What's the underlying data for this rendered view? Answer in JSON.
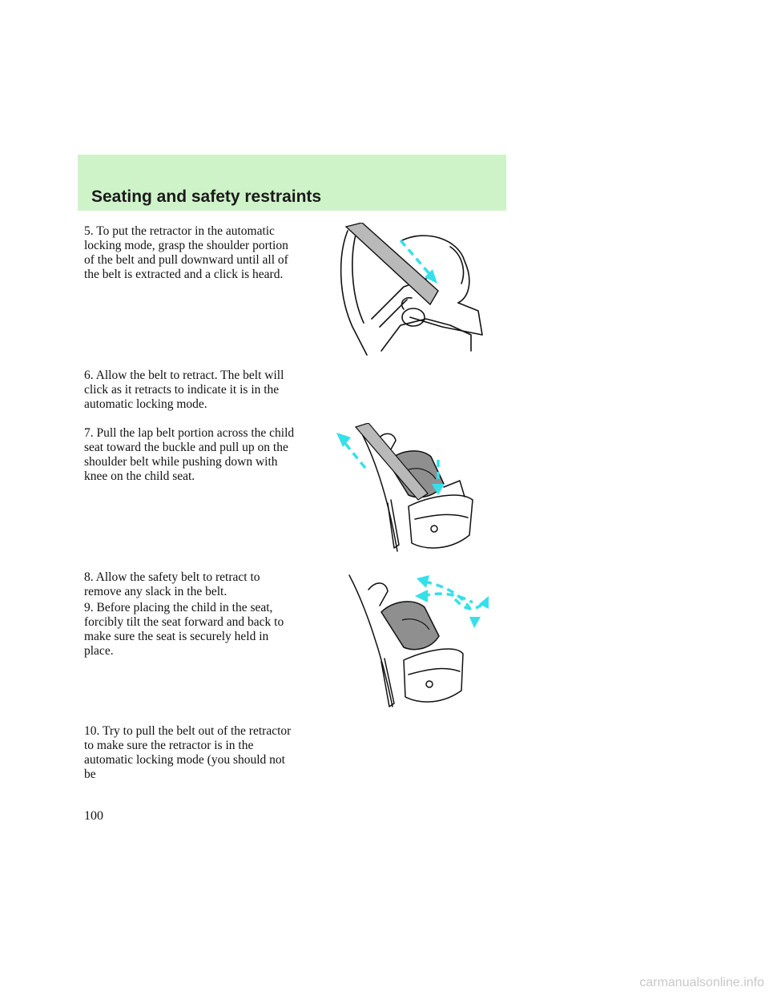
{
  "header": {
    "title": "Seating and safety restraints"
  },
  "steps": [
    "5. To put the retractor in the automatic locking mode, grasp the shoulder portion of the belt and pull downward until all of the belt is extracted and a click is heard.",
    "6. Allow the belt to retract. The belt will click as it retracts to indicate it is in the automatic locking mode.",
    "7. Pull the lap belt portion across the child seat toward the buckle and pull up on the shoulder belt while pushing down with knee on the child seat.",
    "8. Allow the safety belt to retract to remove any slack in the belt.",
    "9. Before placing the child in the seat, forcibly tilt the seat forward and back to make sure the seat is securely held in place.",
    "10. Try to pull the belt out of the retractor to make sure the retractor is in the automatic locking mode (you should not be"
  ],
  "page_number": "100",
  "watermark": "carmanualsonline.info",
  "colors": {
    "header_band": "#cff3c9",
    "arrow": "#35e0ea"
  }
}
